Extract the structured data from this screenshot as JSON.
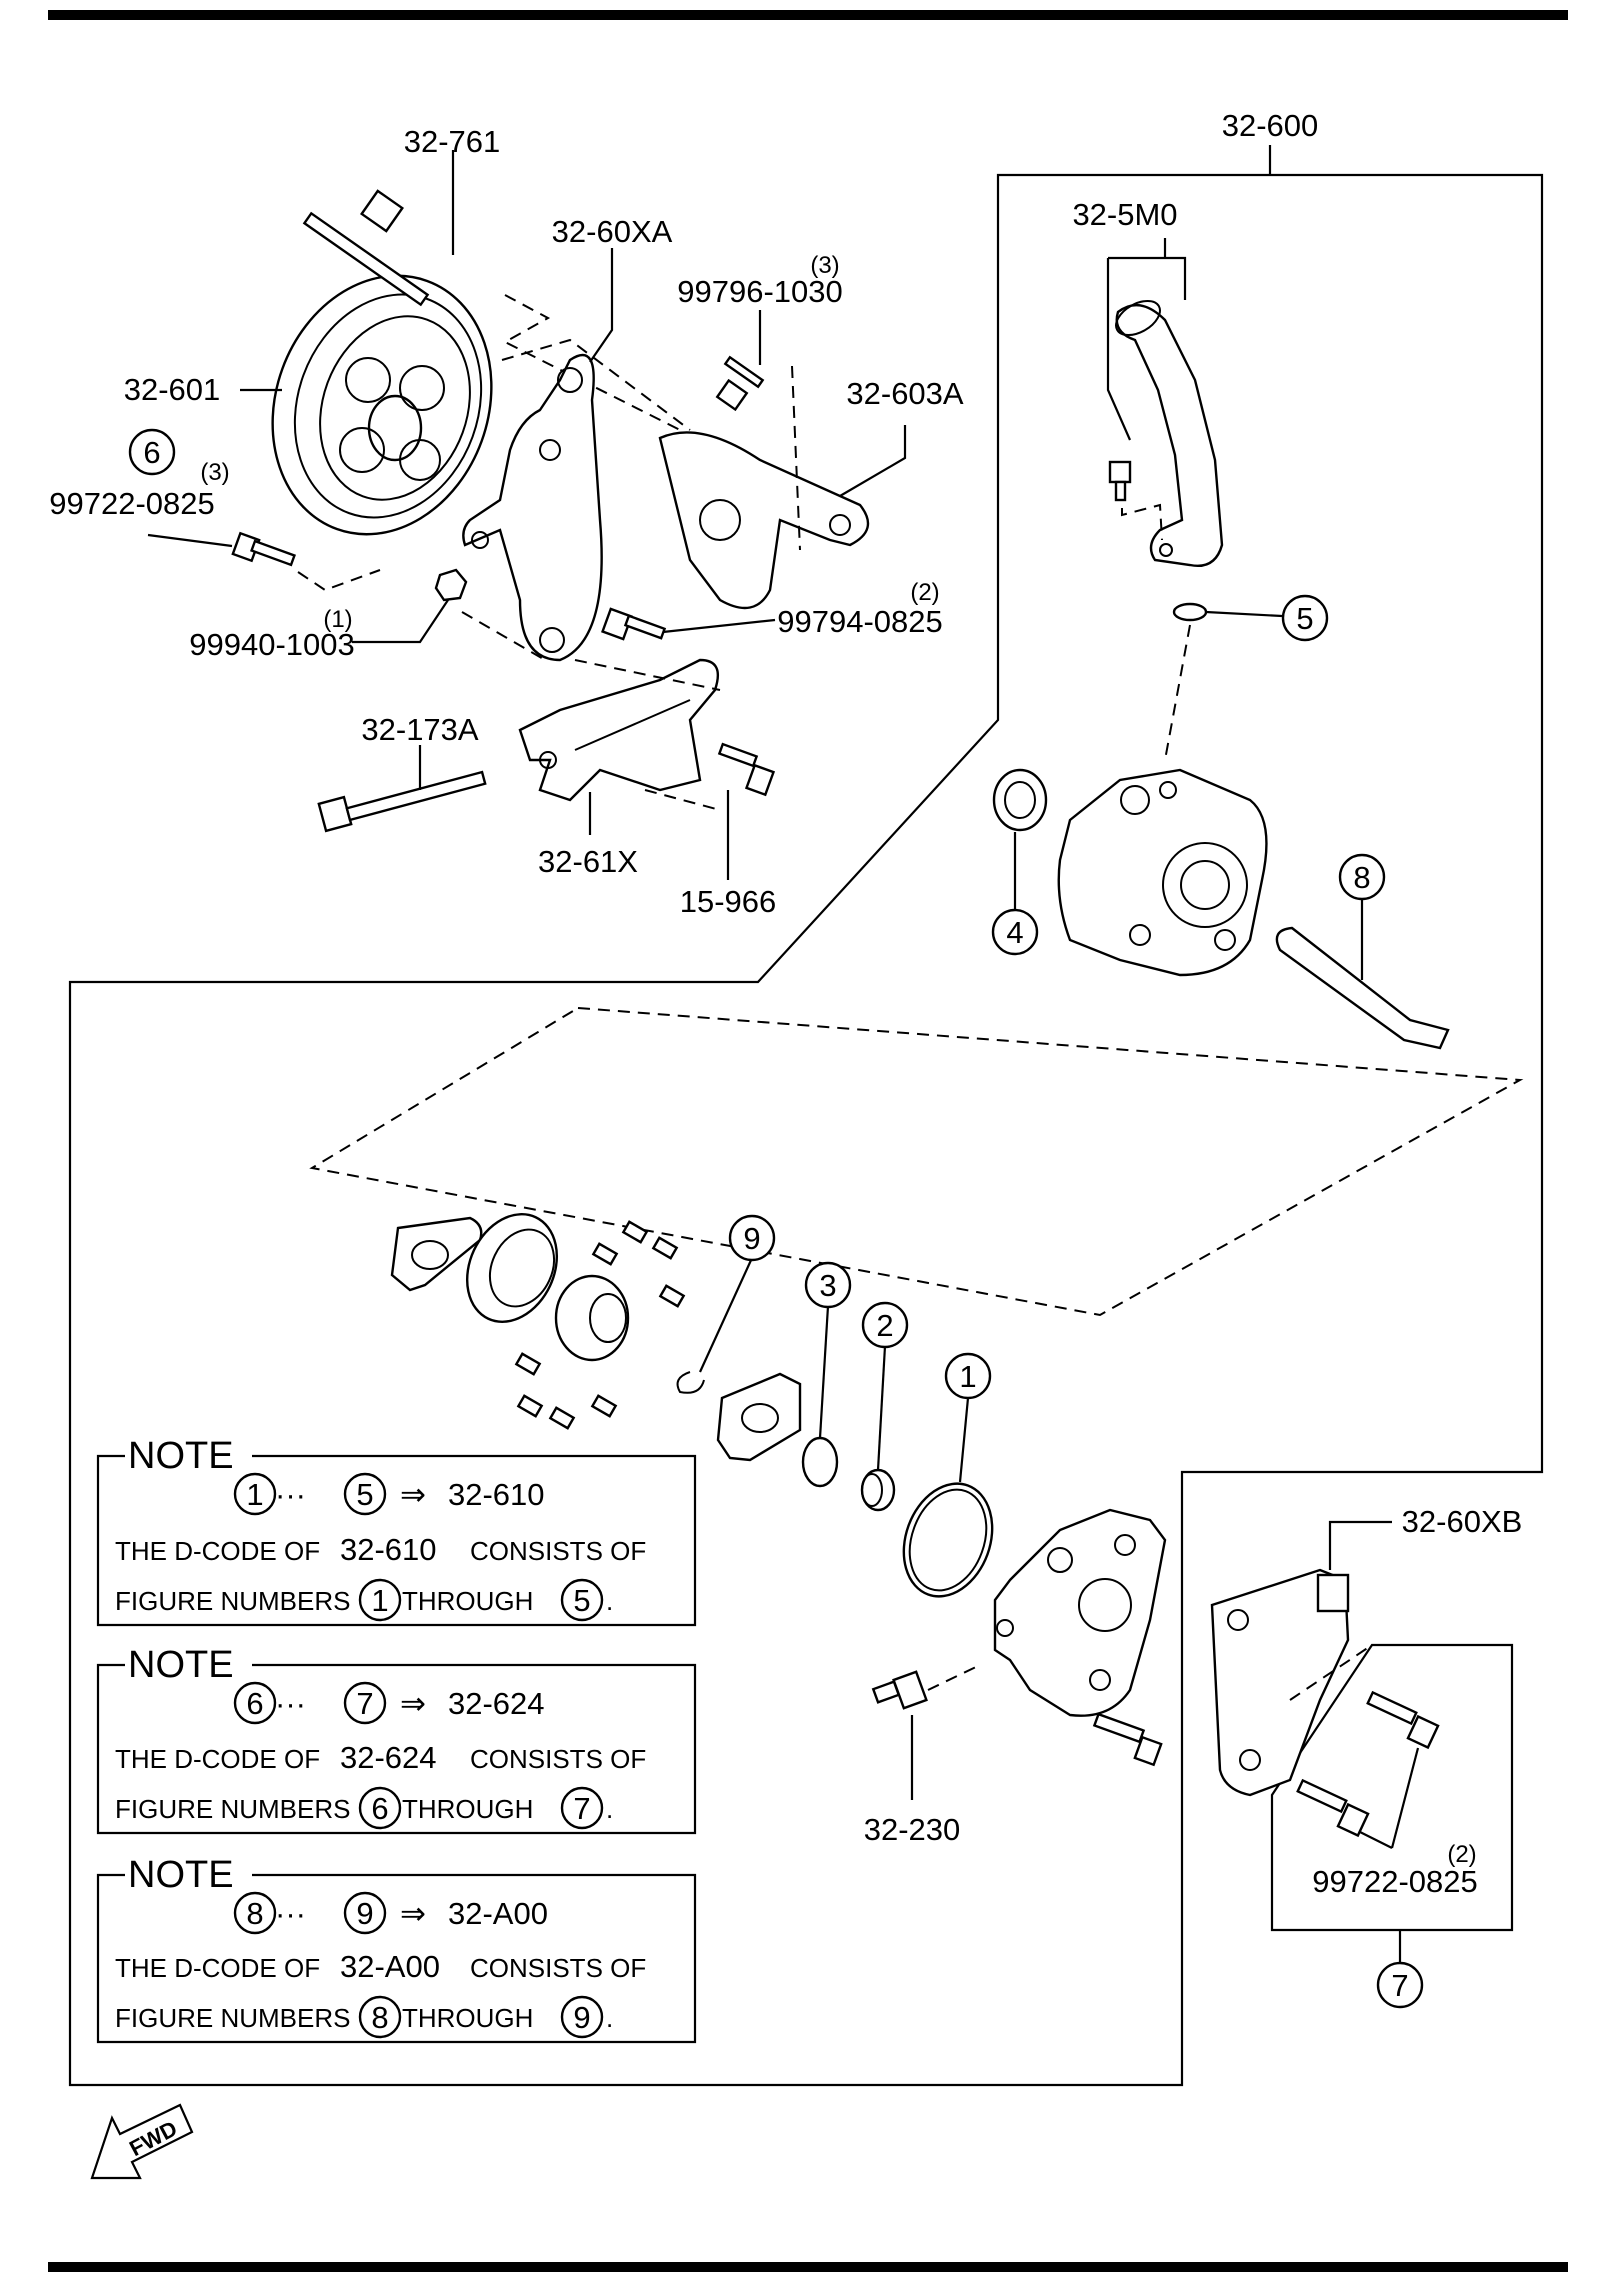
{
  "labels": {
    "p32_761": "32-761",
    "p32_60xa": "32-60XA",
    "p32_600": "32-600",
    "p32_5m0": "32-5M0",
    "p99796_1030": "99796-1030",
    "p99796_qty": "(3)",
    "p32_603a": "32-603A",
    "p32_601": "32-601",
    "p99722_0825_a": "99722-0825",
    "p99722_qty_a": "(3)",
    "p99940_1003": "99940-1003",
    "p99940_qty": "(1)",
    "p99794_0825": "99794-0825",
    "p99794_qty": "(2)",
    "p32_173a": "32-173A",
    "p32_61x": "32-61X",
    "p15_966": "15-966",
    "p32_230": "32-230",
    "p32_60xb": "32-60XB",
    "p99722_0825_b": "99722-0825",
    "p99722_qty_b": "(2)"
  },
  "callouts": [
    "1",
    "2",
    "3",
    "4",
    "5",
    "6",
    "7",
    "8",
    "9"
  ],
  "notes": [
    {
      "heading": "NOTE",
      "from": "1",
      "to": "5",
      "ellipsis": "···",
      "arrow": "⇒",
      "code": "32-610",
      "line1_a": "THE D-CODE OF",
      "line1_b": "CONSISTS OF",
      "line2_a": "FIGURE NUMBERS",
      "line2_b": "THROUGH",
      "period": "."
    },
    {
      "heading": "NOTE",
      "from": "6",
      "to": "7",
      "ellipsis": "···",
      "arrow": "⇒",
      "code": "32-624",
      "line1_a": "THE D-CODE OF",
      "line1_b": "CONSISTS OF",
      "line2_a": "FIGURE NUMBERS",
      "line2_b": "THROUGH",
      "period": "."
    },
    {
      "heading": "NOTE",
      "from": "8",
      "to": "9",
      "ellipsis": "···",
      "arrow": "⇒",
      "code": "32-A00",
      "line1_a": "THE D-CODE OF",
      "line1_b": "CONSISTS OF",
      "line2_a": "FIGURE NUMBERS",
      "line2_b": "THROUGH",
      "period": "."
    }
  ],
  "fwd": "FWD"
}
